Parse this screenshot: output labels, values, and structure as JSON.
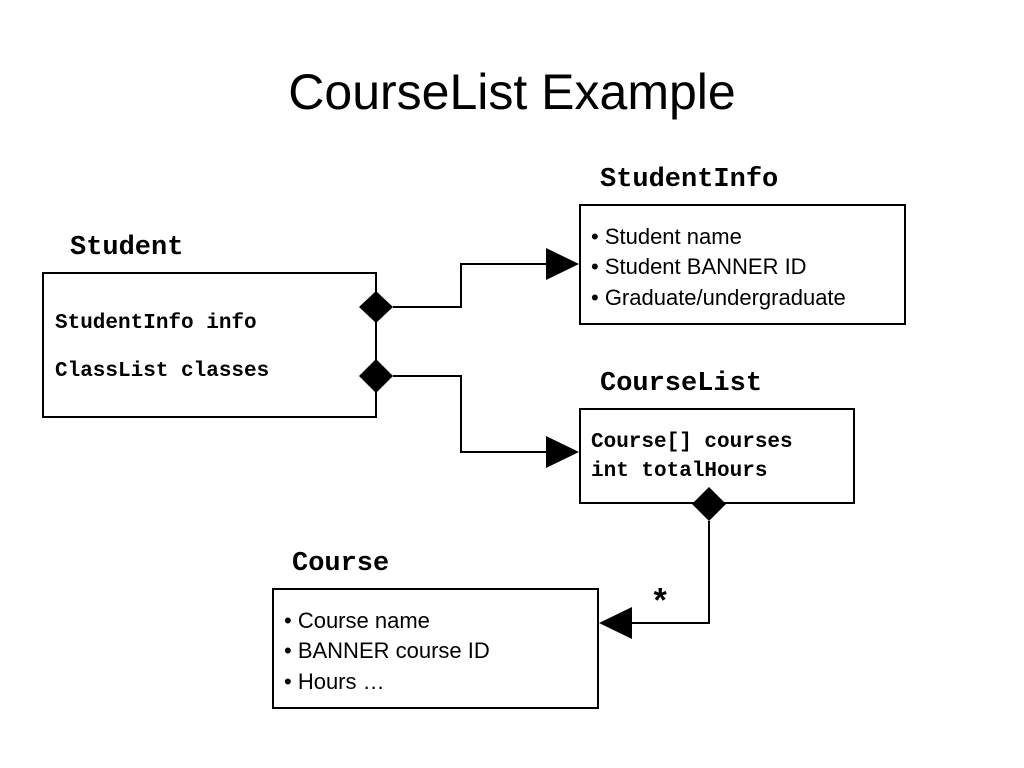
{
  "title": "CourseList Example",
  "student": {
    "label": "Student",
    "fields": [
      "StudentInfo info",
      "ClassList classes"
    ]
  },
  "student_info": {
    "label": "StudentInfo",
    "items": [
      "• Student name",
      "• Student BANNER ID",
      "• Graduate/undergraduate"
    ]
  },
  "course_list": {
    "label": "CourseList",
    "fields": [
      "Course[] courses",
      "int totalHours"
    ]
  },
  "course": {
    "label": "Course",
    "items": [
      "• Course name",
      "• BANNER course ID",
      "• Hours …"
    ]
  },
  "multiplicity": "*"
}
